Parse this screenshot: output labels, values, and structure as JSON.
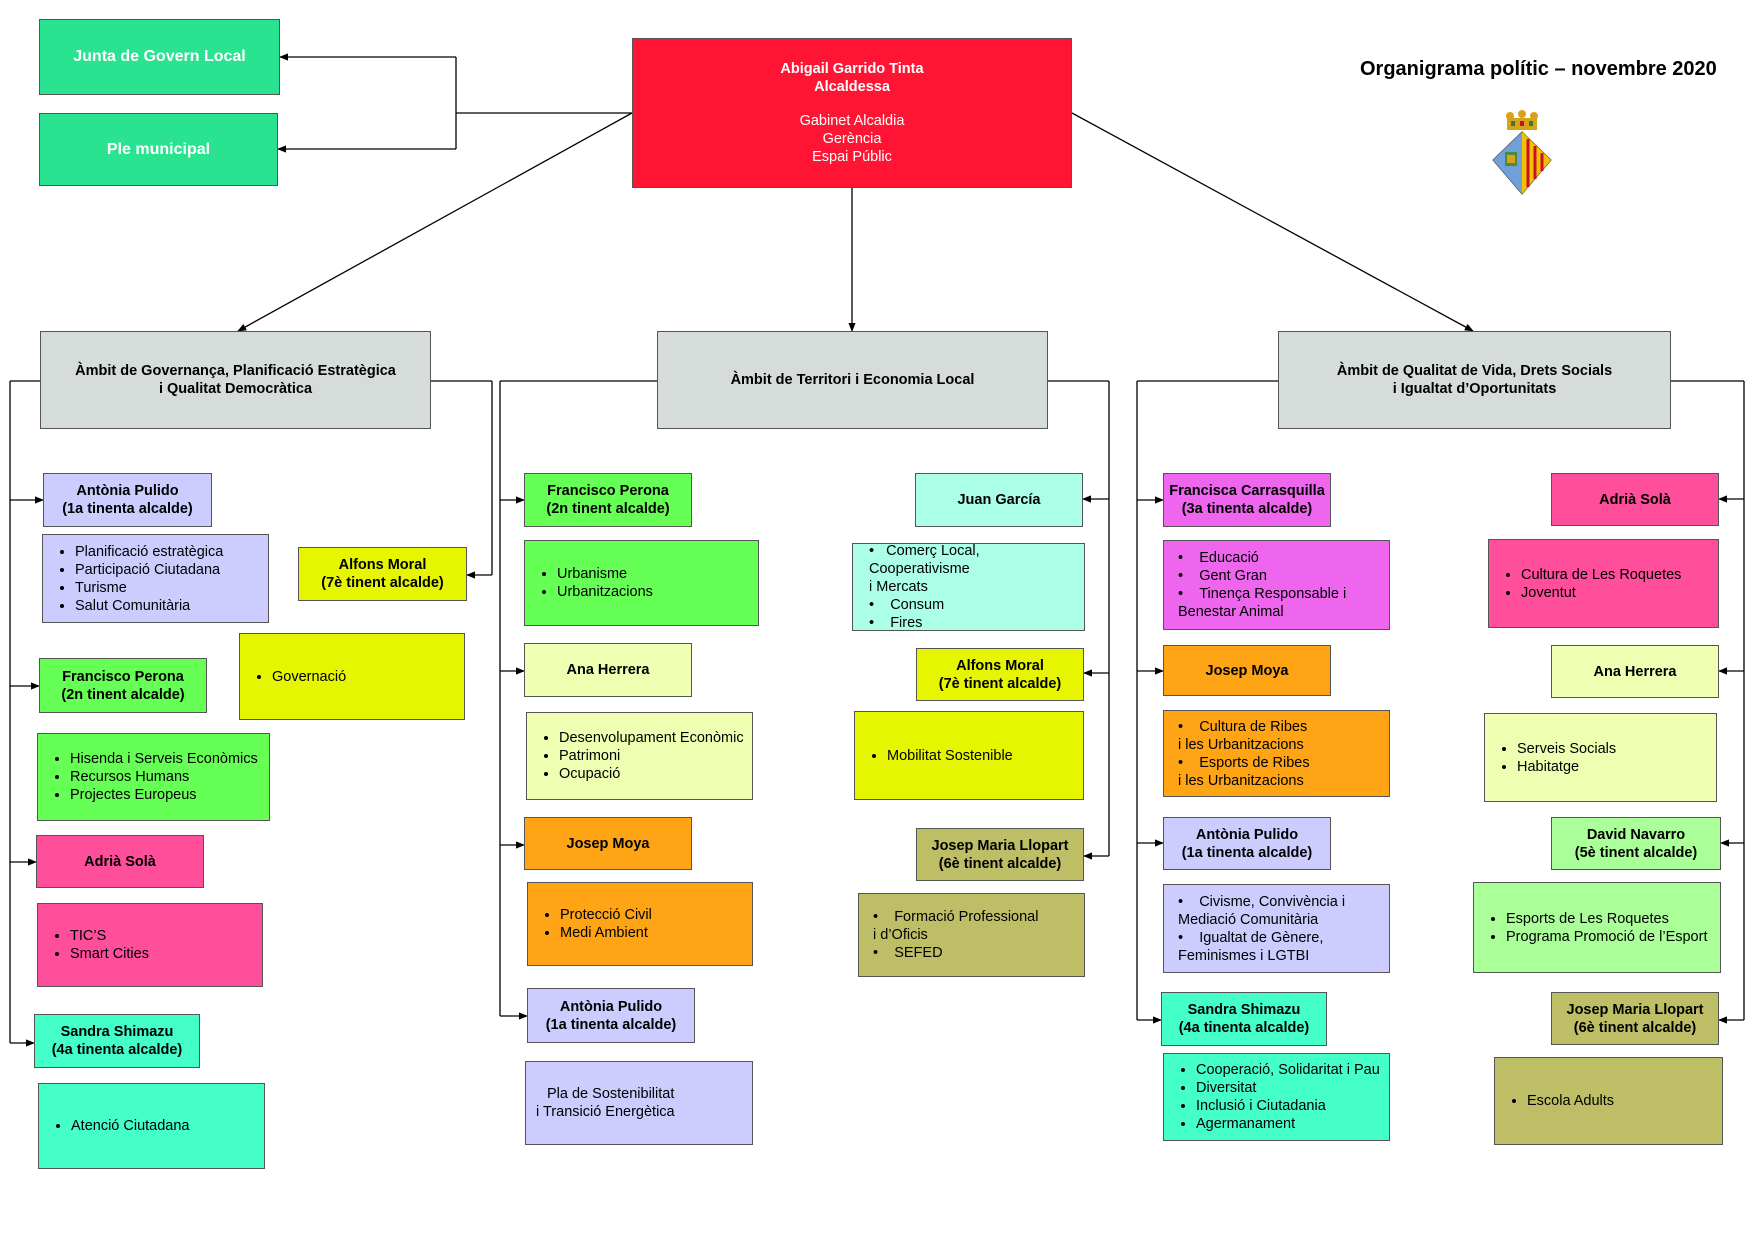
{
  "title": "Organigrama polític – novembre 2020",
  "colors": {
    "red": "#ff1433",
    "seagreen": "#29e390",
    "grey": "#d6dcd9",
    "lavender": "#ccccff",
    "green": "#66ff55",
    "yellow": "#e6f500",
    "pink": "#ff4e9a",
    "aqua": "#44ffc8",
    "paleyellow": "#eeffb2",
    "orange": "#ffa515",
    "mint": "#aaffe6",
    "olive": "#bebe66",
    "magenta": "#ee66ee",
    "lightgreen": "#aaff99"
  },
  "mayor": {
    "name": "Abigail Garrido Tinta",
    "role": "Alcaldessa",
    "areas": [
      "Gabinet Alcaldia",
      "Gerència",
      "Espai Públic"
    ]
  },
  "governing": {
    "junta": "Junta de Govern Local",
    "ple": "Ple municipal"
  },
  "ambits": {
    "governanca": {
      "line1": "Àmbit de Governança, Planificació Estratègica",
      "line2": "i Qualitat Democràtica"
    },
    "territori": {
      "line1": "Àmbit de Territori i Economia Local"
    },
    "qualitat": {
      "line1": "Àmbit de Qualitat de Vida, Drets Socials",
      "line2": "i Igualtat d’Oportunitats"
    }
  },
  "col1": {
    "antonia": {
      "name": "Antònia Pulido",
      "role": "(1a tinenta alcalde)"
    },
    "antonia_list": [
      "Planificació estratègica",
      "Participació Ciutadana",
      "Turisme",
      "Salut Comunitària"
    ],
    "alfons": {
      "name": "Alfons Moral",
      "role": "(7è tinent alcalde)"
    },
    "alfons_list": [
      "Governació"
    ],
    "francisco": {
      "name": "Francisco Perona",
      "role": "(2n tinent alcalde)"
    },
    "francisco_list": [
      "Hisenda i Serveis Econòmics",
      "Recursos Humans",
      "Projectes Europeus"
    ],
    "adria": {
      "name": "Adrià Solà"
    },
    "adria_list": [
      "TIC’S",
      "Smart Cities"
    ],
    "sandra": {
      "name": "Sandra Shimazu",
      "role": "(4a tinenta alcalde)"
    },
    "sandra_list": [
      "Atenció Ciutadana"
    ]
  },
  "col2": {
    "francisco": {
      "name": "Francisco Perona",
      "role": "(2n tinent alcalde)"
    },
    "francisco_list": [
      "Urbanisme",
      "Urbanitzacions"
    ],
    "ana": {
      "name": "Ana Herrera"
    },
    "ana_list": [
      "Desenvolupament Econòmic",
      "Patrimoni",
      "Ocupació"
    ],
    "josep": {
      "name": "Josep Moya"
    },
    "josep_list": [
      "Protecció Civil",
      "Medi Ambient"
    ],
    "antonia": {
      "name": "Antònia Pulido",
      "role": "(1a tinenta alcalde)"
    },
    "antonia_list": {
      "a": "Pla de Sostenibilitat",
      "b": "i Transició Energètica"
    }
  },
  "col3": {
    "juan": {
      "name": "Juan García"
    },
    "juan_list": {
      "a1": "Comerç Local, Cooperativisme",
      "a2": "i Mercats",
      "b": "Consum",
      "c": "Fires"
    },
    "alfons": {
      "name": "Alfons Moral",
      "role": "(7è tinent alcalde)"
    },
    "alfons_list": [
      "Mobilitat Sostenible"
    ],
    "llopart": {
      "name": "Josep Maria Llopart",
      "role": "(6è tinent alcalde)"
    },
    "llopart_list": {
      "a1": "Formació Professional",
      "a2": "i d’Oficis",
      "b": "SEFED"
    }
  },
  "col4": {
    "francisca": {
      "name": "Francisca Carrasquilla",
      "role": "(3a tinenta alcalde)"
    },
    "francisca_list": {
      "a": "Educació",
      "b": "Gent Gran",
      "c1": "Tinença Responsable i",
      "c2": "Benestar Animal"
    },
    "josep": {
      "name": "Josep Moya"
    },
    "josep_list": {
      "a1": "Cultura de Ribes",
      "a2": "i les Urbanitzacions",
      "b1": "Esports de Ribes",
      "b2": "i les Urbanitzacions"
    },
    "antonia": {
      "name": "Antònia Pulido",
      "role": "(1a tinenta alcalde)"
    },
    "antonia_list": {
      "a1": "Civisme, Convivència i",
      "a2": "Mediació Comunitària",
      "b1": "Igualtat de Gènere,",
      "b2": "Feminismes i LGTBI"
    },
    "sandra": {
      "name": "Sandra Shimazu",
      "role": "(4a tinenta alcalde)"
    },
    "sandra_list": [
      "Cooperació, Solidaritat i Pau",
      "Diversitat",
      "Inclusió i Ciutadania",
      "Agermanament"
    ]
  },
  "col5": {
    "adria": {
      "name": "Adrià Solà"
    },
    "adria_list": [
      "Cultura de Les Roquetes",
      "Joventut"
    ],
    "ana": {
      "name": "Ana Herrera"
    },
    "ana_list": [
      "Serveis Socials",
      "Habitatge"
    ],
    "david": {
      "name": "David Navarro",
      "role": "(5è tinent alcalde)"
    },
    "david_list": [
      "Esports de Les Roquetes",
      "Programa Promoció de l’Esport"
    ],
    "llopart": {
      "name": "Josep Maria Llopart",
      "role": "(6è tinent alcalde)"
    },
    "llopart_list": [
      "Escola Adults"
    ]
  }
}
